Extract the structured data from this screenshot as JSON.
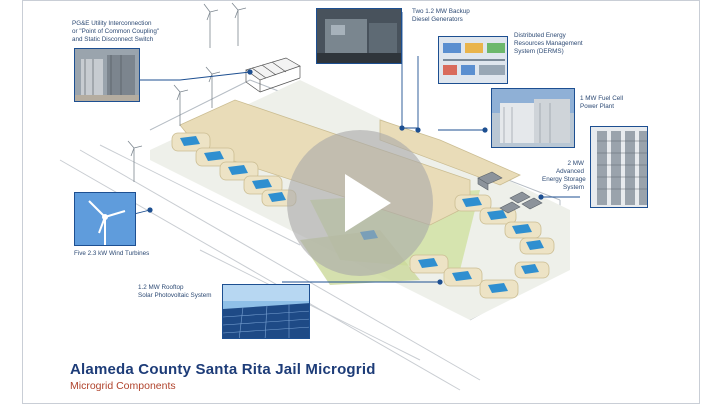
{
  "title": "Alameda County Santa Rita Jail Microgrid",
  "subtitle": "Microgrid Components",
  "callouts": {
    "pge_switch": [
      "PG&E Utility Interconnection",
      "or \"Point of Common Coupling\"",
      "and Static Disconnect Switch"
    ],
    "diesel": [
      "Two 1.2 MW Backup",
      "Diesel Generators"
    ],
    "derms": [
      "Distributed Energy",
      "Resources Management",
      "System (DERMS)"
    ],
    "fuel_cell": [
      "1 MW Fuel Cell",
      "Power Plant"
    ],
    "storage": [
      "2 MW",
      "Advanced",
      "Energy Storage",
      "System"
    ],
    "wind": [
      "Five 2.3 kW Wind Turbines"
    ],
    "solar": [
      "1.2 MW Rooftop",
      "Solar Photovoltaic System"
    ]
  },
  "player": {
    "play_icon": "play-icon"
  },
  "colors": {
    "title": "#1d3c78",
    "subtitle": "#b0432c",
    "callout_text": "#2d4a74",
    "leader_line": "#1d4f91",
    "solar_panel": "#2f8fd0"
  }
}
